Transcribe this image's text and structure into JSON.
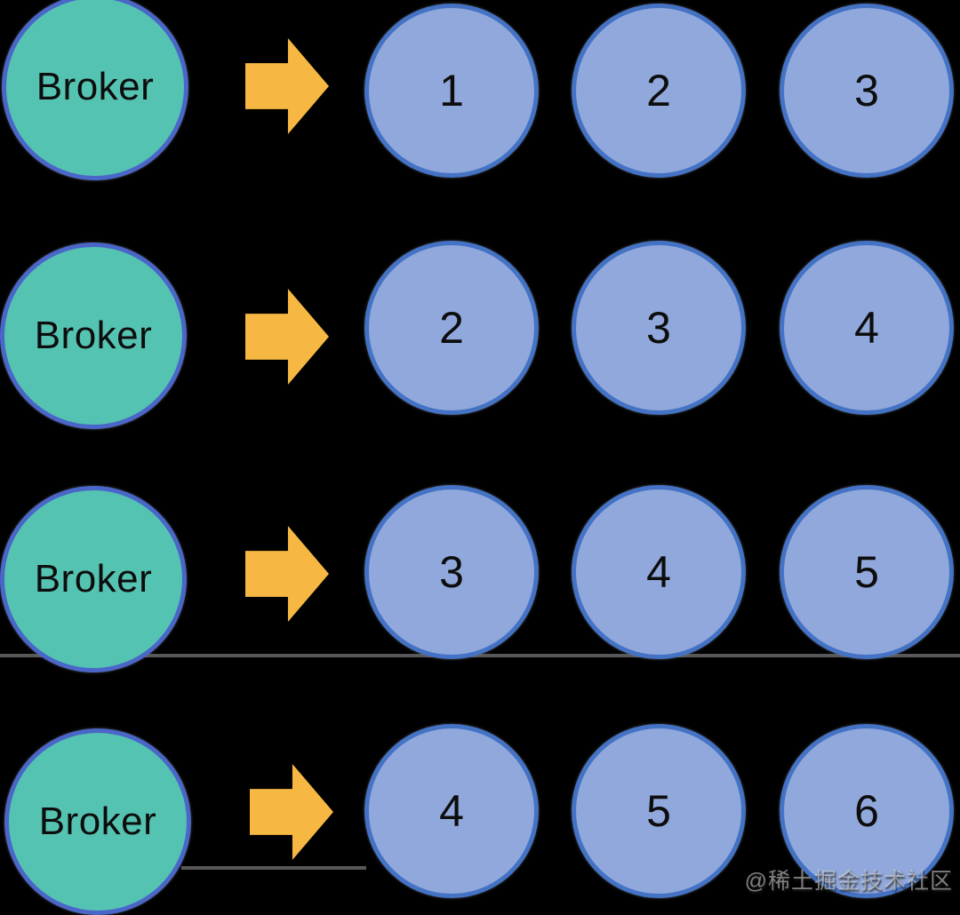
{
  "diagram_type": "kafka-broker-partition-assignment",
  "rows": [
    {
      "broker_label": "Broker",
      "partitions": [
        "1",
        "2",
        "3"
      ]
    },
    {
      "broker_label": "Broker",
      "partitions": [
        "2",
        "3",
        "4"
      ]
    },
    {
      "broker_label": "Broker",
      "partitions": [
        "3",
        "4",
        "5"
      ]
    },
    {
      "broker_label": "Broker",
      "partitions": [
        "4",
        "5",
        "6"
      ]
    }
  ],
  "icons": {
    "arrow": "right-block-arrow"
  },
  "colors": {
    "background": "#000000",
    "broker_fill": "#55C3B1",
    "broker_border": "#4A66C8",
    "partition_fill": "#90A8DB",
    "partition_border": "#4472C4",
    "arrow_fill": "#F6B842",
    "text": "#0d0d0d",
    "divider_line": "#585858"
  },
  "watermark": "@稀土掘金技术社区"
}
